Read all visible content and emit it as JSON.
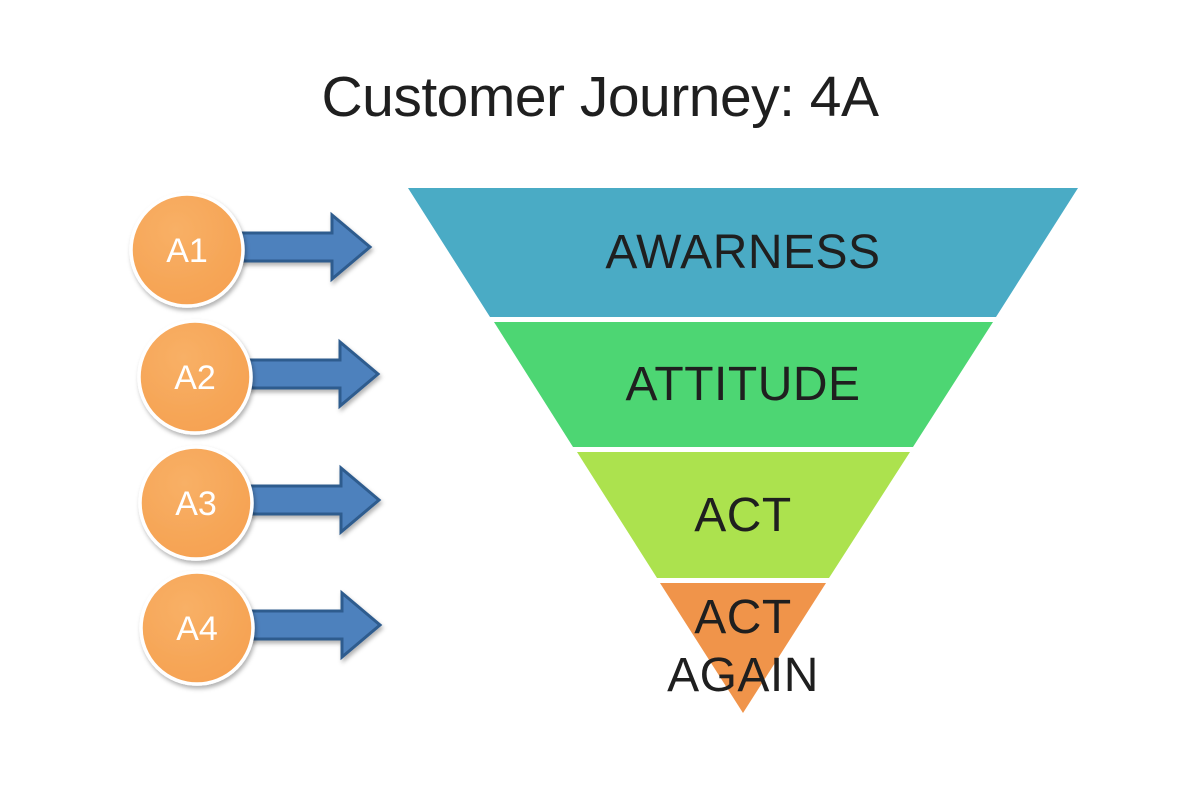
{
  "title": "Customer Journey: 4A",
  "palette": {
    "text": "#1f1f1f",
    "background": "#ffffff",
    "circle_fill": "#F5A04F",
    "circle_fill_light": "#F8B066",
    "circle_label_color": "#FFFFFF",
    "arrow_fill": "#4E81BD",
    "arrow_stroke": "#2F5B8E"
  },
  "steps": [
    {
      "label": "A1"
    },
    {
      "label": "A2"
    },
    {
      "label": "A3"
    },
    {
      "label": "A4"
    }
  ],
  "funnel": {
    "segments": [
      {
        "label": "AWARNESS",
        "color": "#4AABC5"
      },
      {
        "label": "ATTITUDE",
        "color": "#4DD673"
      },
      {
        "label": "ACT",
        "color": "#ACE24E"
      },
      {
        "label": "ACT AGAIN",
        "label_lines": [
          "ACT",
          "AGAIN"
        ],
        "color": "#F0944A"
      }
    ]
  }
}
